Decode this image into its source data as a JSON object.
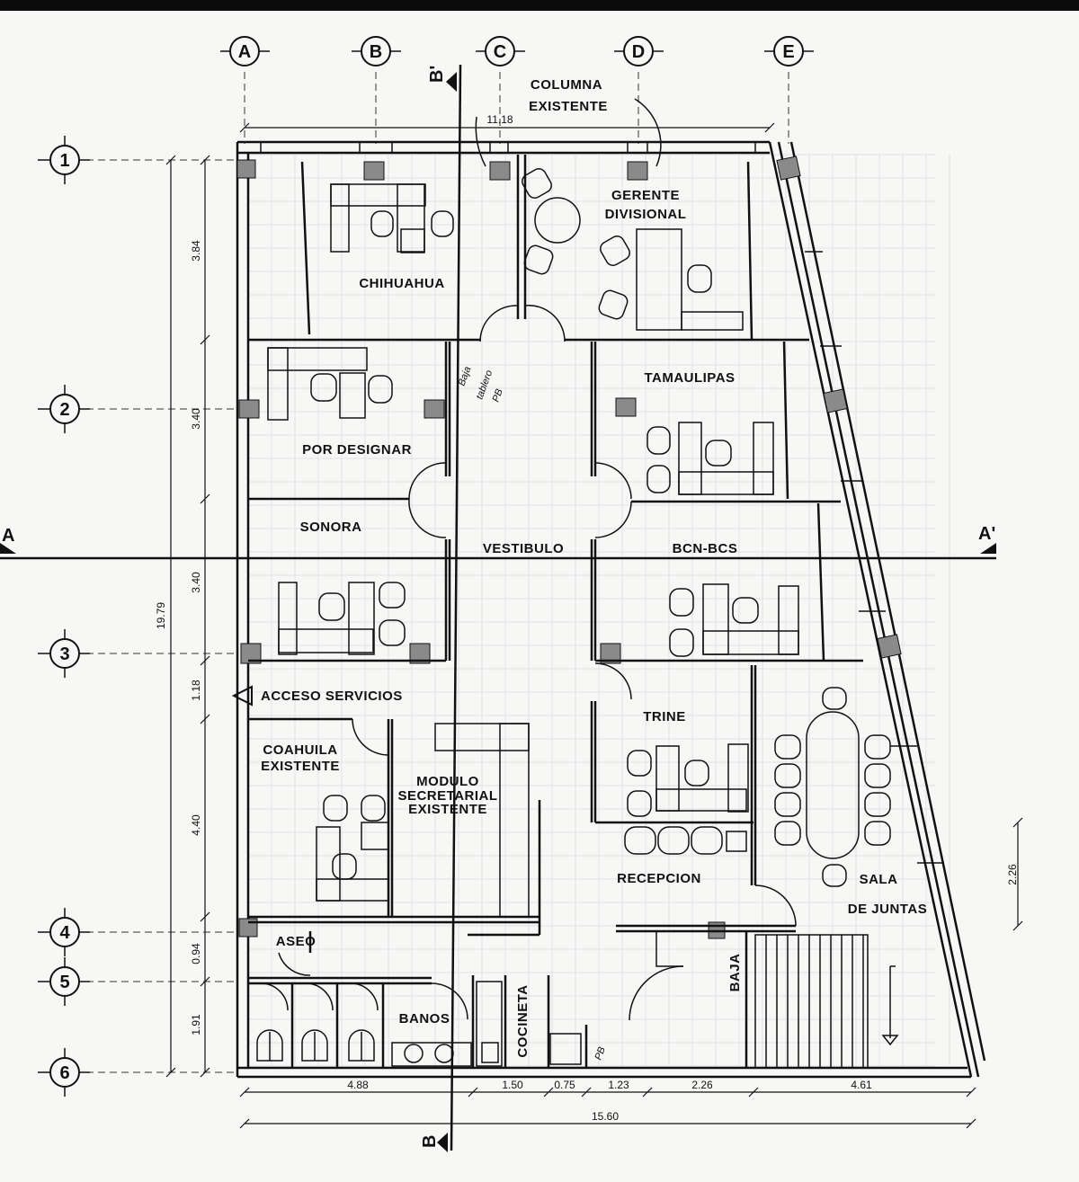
{
  "grid": {
    "columns": [
      "A",
      "B",
      "C",
      "D",
      "E"
    ],
    "rows": [
      "1",
      "2",
      "3",
      "4",
      "5",
      "6"
    ]
  },
  "sections": {
    "a_left": "A",
    "a_right": "A'",
    "b_top": "B'",
    "b_bottom": "B"
  },
  "rooms": {
    "chihuahua": "CHIHUAHUA",
    "gerente_1": "GERENTE",
    "gerente_2": "DIVISIONAL",
    "columna_1": "COLUMNA",
    "columna_2": "EXISTENTE",
    "tamaulipas": "TAMAULIPAS",
    "por_designar": "POR DESIGNAR",
    "sonora": "SONORA",
    "vestibulo": "VESTIBULO",
    "bcn_bcs": "BCN-BCS",
    "acceso": "ACCESO SERVICIOS",
    "coahuila_1": "COAHUILA",
    "coahuila_2": "EXISTENTE",
    "modulo_1": "MODULO",
    "modulo_2": "SECRETARIAL",
    "modulo_3": "EXISTENTE",
    "trine": "TRINE",
    "recepcion": "RECEPCION",
    "sala_1": "SALA",
    "sala_2": "DE JUNTAS",
    "aseo": "ASEO",
    "banos": "BANOS",
    "cocineta": "COCINETA",
    "baja": "BAJA"
  },
  "dimensions": {
    "top": "11.18",
    "total_height": "19.79",
    "left": [
      "3.84",
      "3.40",
      "3.40",
      "1.18",
      "4.40",
      "0.94",
      "1.91"
    ],
    "right": "2.26",
    "bottom": [
      "4.88",
      "1.50",
      "0.75",
      "1.23",
      "2.26",
      "4.61"
    ],
    "total_width": "15.60"
  },
  "handwritten": {
    "note_1": "Baja",
    "note_2": "tablero",
    "note_3": "PB",
    "note_4": "PB"
  }
}
